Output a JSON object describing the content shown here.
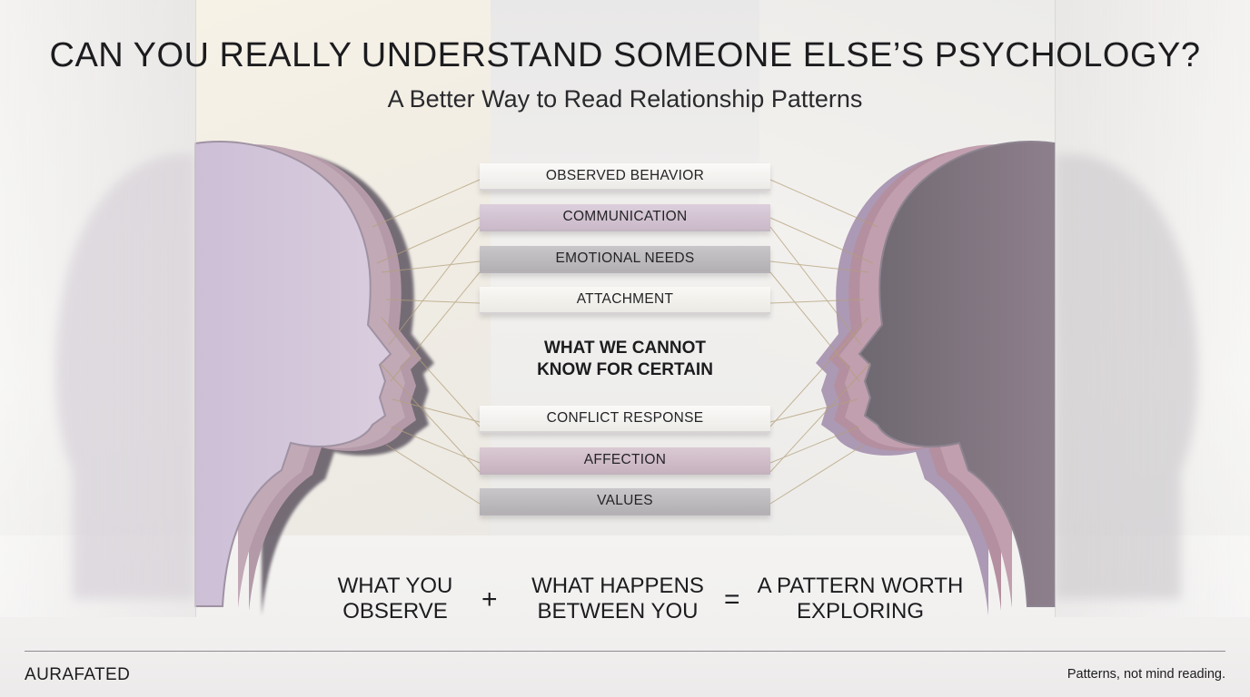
{
  "header": {
    "title": "CAN YOU REALLY UNDERSTAND SOMEONE ELSE’S PSYCHOLOGY?",
    "subtitle": "A Better Way to Read Relationship Patterns"
  },
  "layers": {
    "known": [
      {
        "label": "OBSERVED BEHAVIOR",
        "tone": "light"
      },
      {
        "label": "COMMUNICATION",
        "tone": "lavender"
      },
      {
        "label": "EMOTIONAL NEEDS",
        "tone": "grey"
      },
      {
        "label": "ATTACHMENT",
        "tone": "cream"
      }
    ],
    "unknown_label": [
      "WHAT WE CANNOT",
      "KNOW FOR CERTAIN"
    ],
    "lower": [
      {
        "label": "CONFLICT RESPONSE",
        "tone": "light"
      },
      {
        "label": "AFFECTION",
        "tone": "pink"
      },
      {
        "label": "VALUES",
        "tone": "grey"
      }
    ]
  },
  "equation": {
    "term1": [
      "WHAT YOU",
      "OBSERVE"
    ],
    "op1": "+",
    "term2": [
      "WHAT HAPPENS",
      "BETWEEN YOU"
    ],
    "op2": "=",
    "term3": [
      "A PATTERN WORTH",
      "EXPLORING"
    ]
  },
  "footer": {
    "brand": "AURAFATED",
    "tagline": "Patterns, not mind reading."
  },
  "colors": {
    "lavender": "#c8b6cf",
    "mauve": "#b99aa9",
    "thread": "#b3a07a",
    "text": "#1c1c1f"
  },
  "icons": {
    "left_figure": "head-profile-facing-right",
    "right_figure": "head-profile-facing-left"
  }
}
